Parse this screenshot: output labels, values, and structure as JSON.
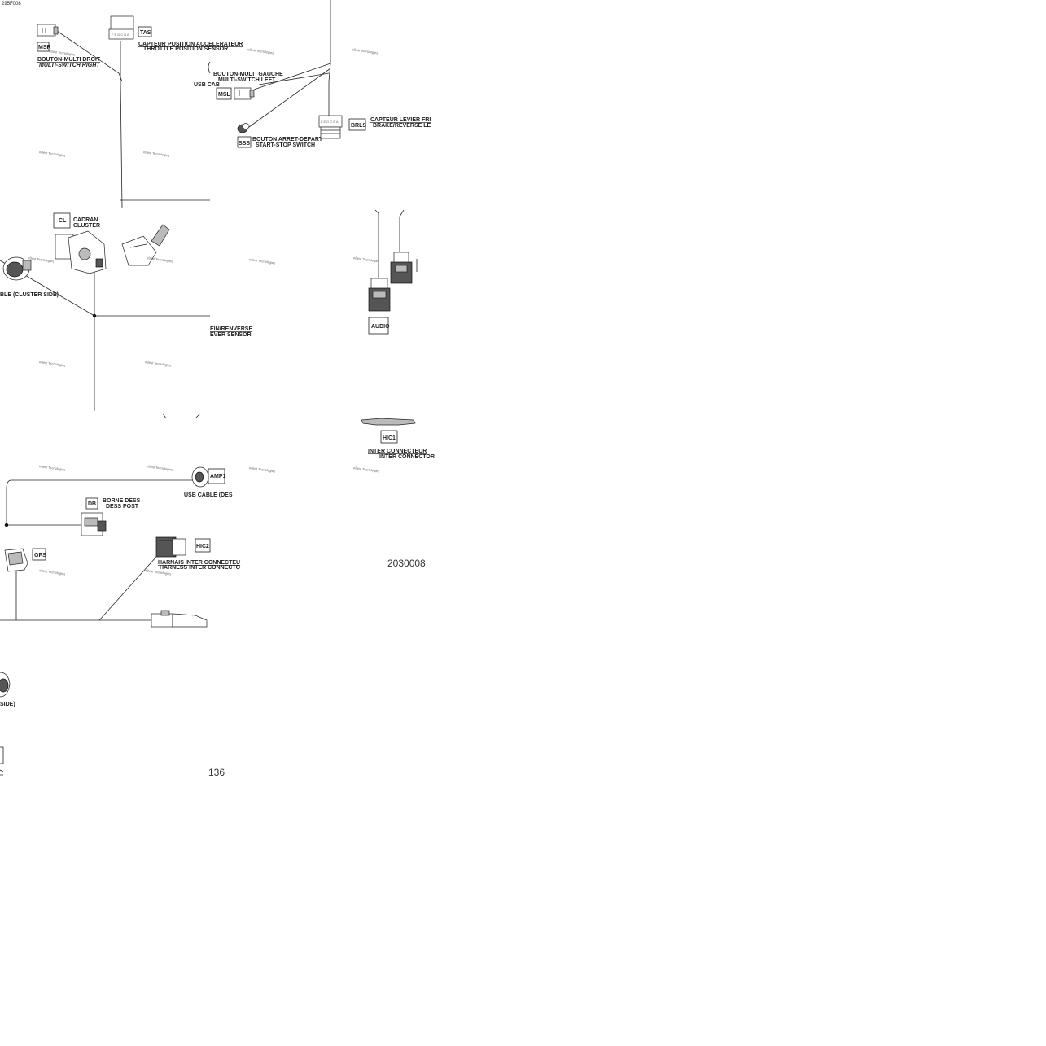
{
  "figure_id": "295F008",
  "page_numbers": {
    "bottom_left": "136",
    "right": "2030008"
  },
  "watermark": "eBest Tecnologies",
  "components": {
    "msr": {
      "code": "MSR",
      "label_fr": "BOUTON-MULTI DROIT",
      "label_en": "MULTI-SWITCH RIGHT"
    },
    "tas": {
      "code": "TAS",
      "label_fr": "CAPTEUR POSITION ACCELERATEUR",
      "label_en": "THROTTLE POSITION SENSOR"
    },
    "usb_top": {
      "label": "USB CAB"
    },
    "msl": {
      "code": "MSL",
      "label_fr": "BOUTON-MULTI GAUCHE",
      "label_en": "MULTI-SWITCH LEFT"
    },
    "sss": {
      "code": "SSS",
      "label_fr": "BOUTON ARRET-DEPART",
      "label_en": "START-STOP SWITCH"
    },
    "brls": {
      "code": "BRLS",
      "label_fr": "CAPTEUR LEVIER FRI",
      "label_en": "BRAKE/REVERSE LE"
    },
    "cl": {
      "code": "CL",
      "label_fr": "CADRAN",
      "label_en": "CLUSTER"
    },
    "cable_cluster": {
      "label": "BLE (CLUSTER SIDE)"
    },
    "brake_reverse_mid": {
      "label_fr": "EIN/RENVERSE",
      "label_en": "EVER SENSOR"
    },
    "audio": {
      "code": "AUDIO"
    },
    "hic1": {
      "code": "HIC1",
      "label_fr": "INTER CONNECTEUR",
      "label_en": "INTER CONNECTOR"
    },
    "amp1": {
      "code": "AMP1",
      "label": "USB CABLE (DES"
    },
    "db": {
      "code": "DB",
      "label_fr": "BORNE DESS",
      "label_en": "DESS POST"
    },
    "gps": {
      "code": "GPS"
    },
    "hic2": {
      "code": "HIC2",
      "label_fr": "HARNAIS INTER CONNECTEU",
      "label_en": "HARNESS INTER CONNECTO"
    },
    "bottom_side": {
      "label": "SIDE)"
    }
  }
}
